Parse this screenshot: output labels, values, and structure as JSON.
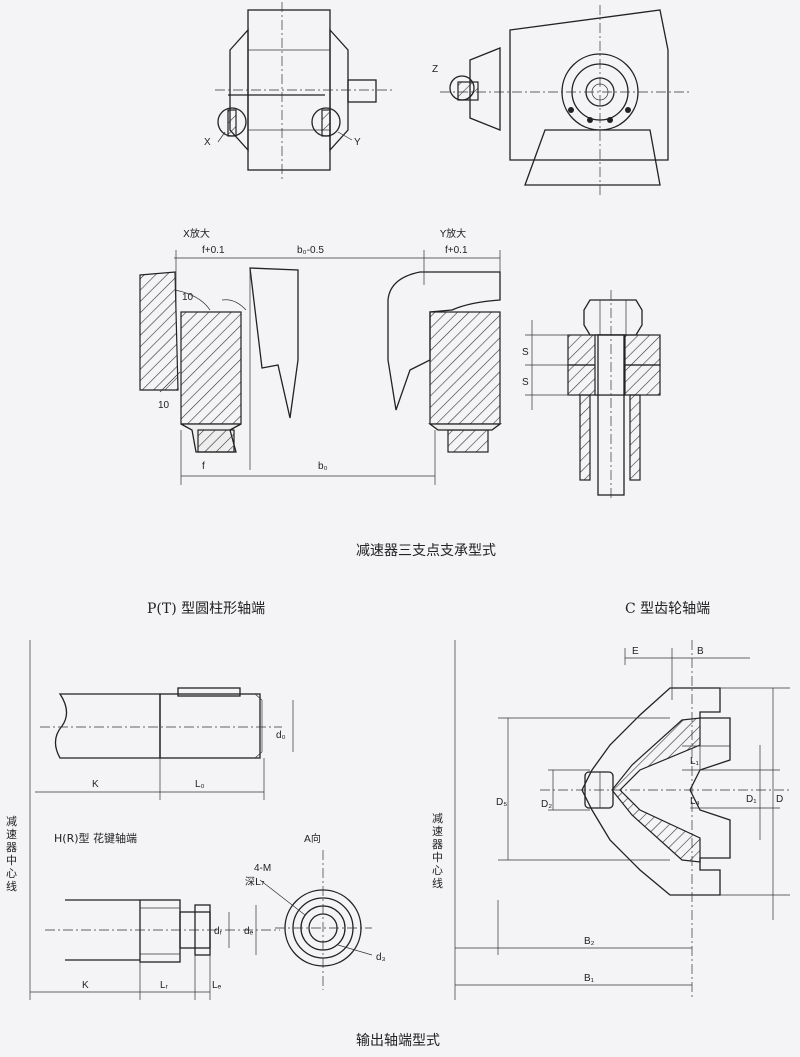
{
  "captions": {
    "support": "减速器三支点支承型式",
    "p_type": "P(T)  型圆柱形轴端",
    "c_type": "C  型齿轮轴端",
    "output": "输出轴端型式",
    "h_type": "H(R)型 花键轴端",
    "a_view": "A向"
  },
  "labels": {
    "x": "X",
    "y": "Y",
    "z": "Z",
    "x_zoom": "X放大",
    "y_zoom": "Y放大",
    "f_plus": "f+0.1",
    "b0_minus": "b₀-0.5",
    "f_plus2": "f+0.1",
    "ten_a": "10",
    "ten_b": "10",
    "f_tol": "f",
    "b0_tol": "b₀",
    "s1": "S",
    "s2": "S",
    "k1": "K",
    "l0": "L₀",
    "d0": "d₀",
    "k2": "K",
    "lr": "Lᵣ",
    "le": "Lₑ",
    "dr": "dᵣ",
    "de": "dₑ",
    "m4": "4-M",
    "depth": "深L₇",
    "d3": "d₃",
    "e": "E",
    "b": "B",
    "l1": "L₁",
    "l4": "L₄",
    "d5": "D₅",
    "d2": "D₂",
    "d1": "D₁",
    "d": "D",
    "b2": "B₂",
    "b1": "B₁",
    "center_line_left": "减速器中心线",
    "center_line_right": "减速器中心线"
  }
}
